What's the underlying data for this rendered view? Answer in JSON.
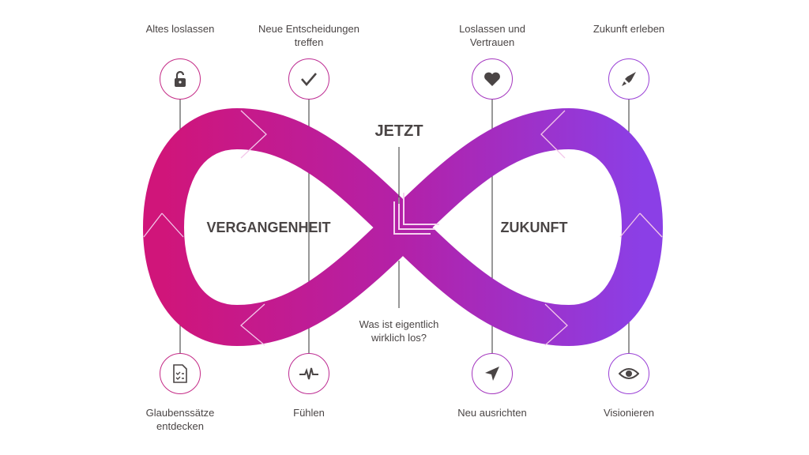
{
  "center": {
    "title": "JETZT",
    "question_line1": "Was ist eigentlich",
    "question_line2": "wirklich los?"
  },
  "loops": {
    "left": "VERGANGENHEIT",
    "right": "ZUKUNFT"
  },
  "colors": {
    "start": "#d0157a",
    "mid": "#b321a8",
    "end": "#8b3fe6",
    "text": "#4a4545"
  },
  "top_items": [
    {
      "l1": "Altes loslassen",
      "l2": "",
      "icon": "unlock-icon"
    },
    {
      "l1": "Neue Entscheidungen",
      "l2": "treffen",
      "icon": "check-icon"
    },
    {
      "l1": "Loslassen und",
      "l2": "Vertrauen",
      "icon": "heart-icon"
    },
    {
      "l1": "Zukunft erleben",
      "l2": "",
      "icon": "rocket-icon"
    }
  ],
  "bottom_items": [
    {
      "l1": "Glaubenssätze",
      "l2": "entdecken",
      "icon": "checklist-document-icon"
    },
    {
      "l1": "Fühlen",
      "l2": "",
      "icon": "pulse-icon"
    },
    {
      "l1": "Neu ausrichten",
      "l2": "",
      "icon": "navigation-arrow-icon"
    },
    {
      "l1": "Visionieren",
      "l2": "",
      "icon": "eye-icon"
    }
  ]
}
